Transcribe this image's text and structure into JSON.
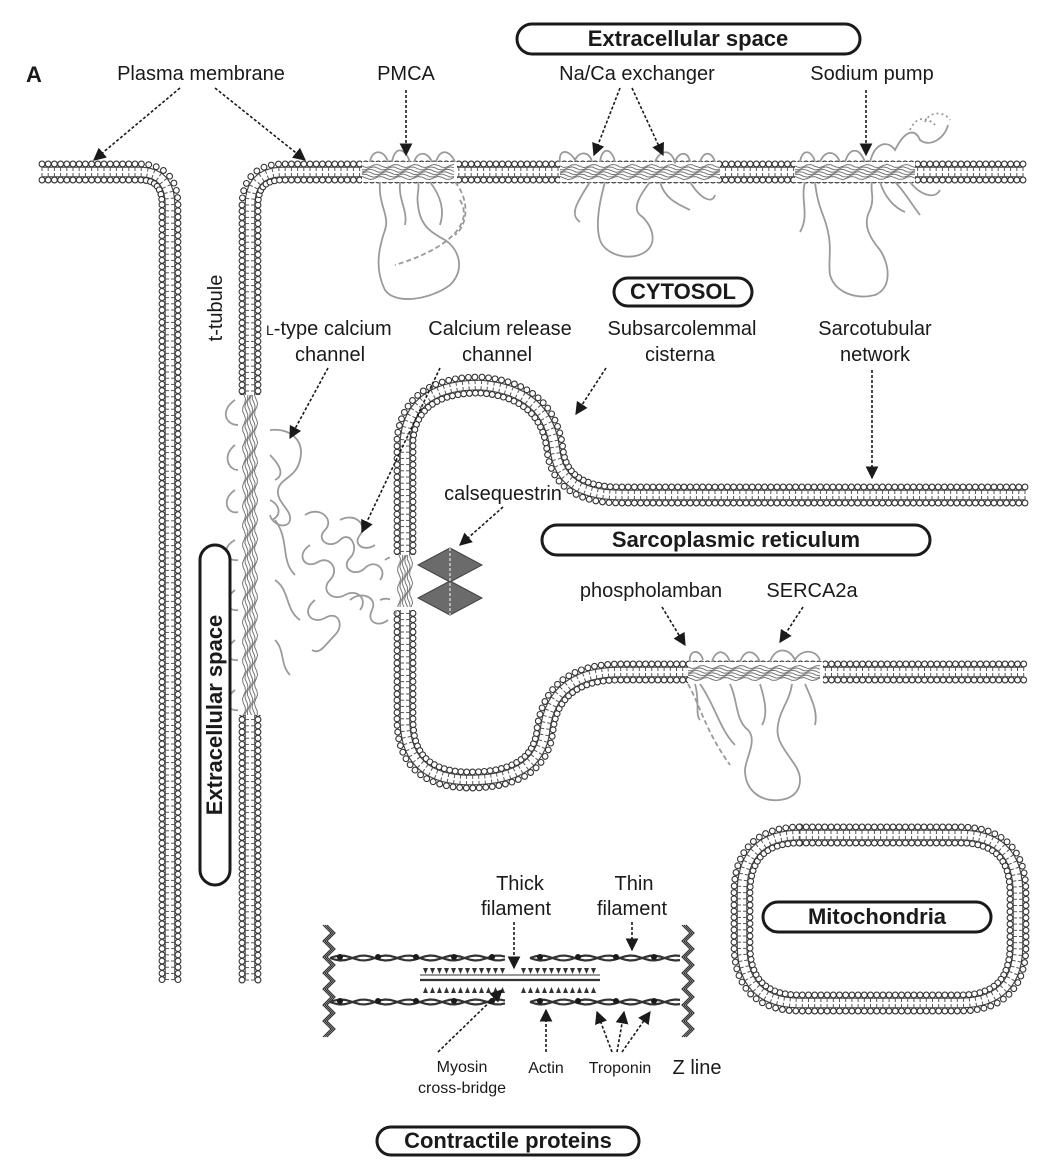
{
  "panel_letter": "A",
  "boxes": {
    "extracellular_top": "Extracellular space",
    "cytosol": "CYTOSOL",
    "sarcoplasmic_reticulum": "Sarcoplasmic reticulum",
    "extracellular_side": "Extracellular space",
    "mitochondria": "Mitochondria",
    "contractile_proteins": "Contractile proteins"
  },
  "labels": {
    "plasma_membrane": "Plasma membrane",
    "pmca": "PMCA",
    "na_ca_exchanger": "Na/Ca exchanger",
    "sodium_pump": "Sodium pump",
    "t_tubule": "t-tubule",
    "l_type_prefix": "L",
    "l_type_line1": "-type calcium",
    "l_type_line2": "channel",
    "calcium_release_line1": "Calcium release",
    "calcium_release_line2": "channel",
    "subsarcolemmal_line1": "Subsarcolemmal",
    "subsarcolemmal_line2": "cisterna",
    "sarcotubular_line1": "Sarcotubular",
    "sarcotubular_line2": "network",
    "calsequestrin": "calsequestrin",
    "phospholamban": "phospholamban",
    "serca2a": "SERCA2a",
    "thick_filament_line1": "Thick",
    "thick_filament_line2": "filament",
    "thin_filament_line1": "Thin",
    "thin_filament_line2": "filament",
    "myosin_line1": "Myosin",
    "myosin_line2": "cross-bridge",
    "actin": "Actin",
    "troponin": "Troponin",
    "z_line": "Z line"
  }
}
